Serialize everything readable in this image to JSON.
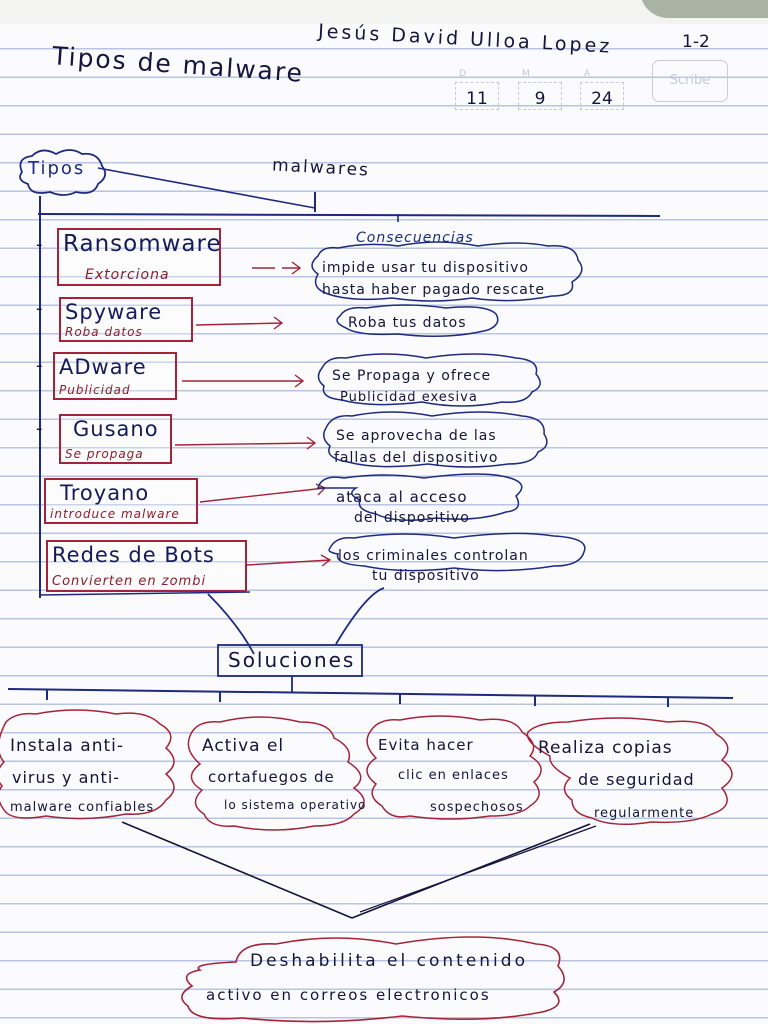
{
  "header": {
    "title": "Tipos de malware",
    "author": "Jesús David Ulloa Lopez",
    "page_number": "1-2",
    "date": {
      "day": "11",
      "month": "9",
      "year": "24"
    },
    "date_labels": {
      "day": "D",
      "month": "M",
      "year": "A"
    },
    "brand": "Scribe"
  },
  "diagram": {
    "root_label": "Tipos",
    "top_label": "malwares",
    "consequences_label": "Consecuencias",
    "types": [
      {
        "name": "Ransomware",
        "desc": "Extorciona",
        "consequence": [
          "impide usar tu dispositivo",
          "hasta haber pagado rescate"
        ]
      },
      {
        "name": "Spyware",
        "desc": "Roba datos",
        "consequence": [
          "Roba tus datos"
        ]
      },
      {
        "name": "ADware",
        "desc": "Publicidad",
        "consequence": [
          "Se Propaga y ofrece",
          "Publicidad exesiva"
        ]
      },
      {
        "name": "Gusano",
        "desc": "Se propaga",
        "consequence": [
          "Se aprovecha de las",
          "fallas del dispositivo"
        ]
      },
      {
        "name": "Troyano",
        "desc": "introduce malware",
        "consequence": [
          "ataca al acceso",
          "del dispositivo"
        ]
      },
      {
        "name": "Redes de Bots",
        "desc": "Convierten en zombi",
        "consequence": [
          "los criminales controlan",
          "tu dispositivo"
        ]
      }
    ],
    "solutions_label": "Soluciones",
    "solutions": [
      [
        "Instala anti-",
        "virus y anti-",
        "malware confiables"
      ],
      [
        "Activa el",
        "cortafuegos de",
        "lo sistema operativo"
      ],
      [
        "Evita hacer",
        "clic en enlaces",
        "sospechosos"
      ],
      [
        "Realiza copias",
        "de seguridad",
        "regularmente"
      ]
    ],
    "final": [
      "Deshabilita el contenido",
      "activo en correos electronicos"
    ]
  },
  "colors": {
    "ink_blue": "#1d2a7e",
    "ink_red": "#a3243a",
    "ink_dark": "#14143c",
    "paper_line": "#b9c4e4"
  }
}
